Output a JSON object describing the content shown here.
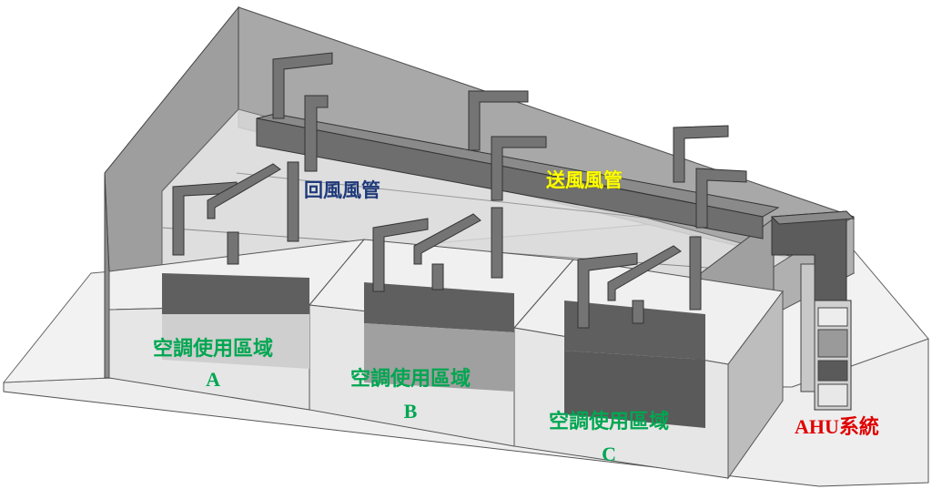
{
  "colors": {
    "wall": "#a6a6a6",
    "wall_dark": "#8c8c8c",
    "floor": "#eeeeee",
    "duct": "#707070",
    "duct_top": "#8a8a8a",
    "band": "#5f5f5f",
    "zone_label": "#00a651",
    "return_label": "#1f3a7a",
    "supply_label": "#ffff00",
    "ahu_label": "#e00000"
  },
  "labels": {
    "return_duct": "回風風管",
    "supply_duct": "送風風管",
    "ahu_en": "AHU",
    "ahu_cn": "系統"
  },
  "zones": [
    {
      "name": "空調使用區域",
      "letter": "A"
    },
    {
      "name": "空調使用區域",
      "letter": "B"
    },
    {
      "name": "空調使用區域",
      "letter": "C"
    }
  ]
}
